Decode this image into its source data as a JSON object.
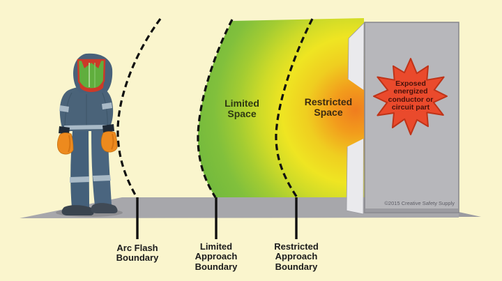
{
  "diagram": {
    "kind": "arc-flash-approach-boundaries-safety-diagram",
    "zones": {
      "limited_space_label": "Limited\nSpace",
      "restricted_space_label": "Restricted\nSpace"
    },
    "boundary_labels": {
      "arc_flash": "Arc Flash\nBoundary",
      "limited_approach": "Limited\nApproach\nBoundary",
      "restricted_approach": "Restricted\nApproach\nBoundary"
    },
    "hazard": {
      "starburst_label": "Exposed\nenergized\nconductor or\ncircuit part"
    },
    "footer": {
      "copyright": "©2015 Creative Safety Supply"
    },
    "colors": {
      "background": "#FAF5CD",
      "zone_green": "#7CBE3E",
      "zone_yellow": "#F0E522",
      "zone_orange": "#F28C1E",
      "floor_gray": "#A7A7AB",
      "panel_gray": "#B7B7BB",
      "panel_flap_gray": "#EAEAED",
      "starburst_red": "#EA4A2C",
      "boundary_line_black": "#101010",
      "worker_suit_blue": "#4A6379",
      "worker_glove_orange": "#ED8A1E",
      "worker_shield_green": "#60AE3D",
      "worker_helmet_red": "#CC3A28"
    }
  }
}
